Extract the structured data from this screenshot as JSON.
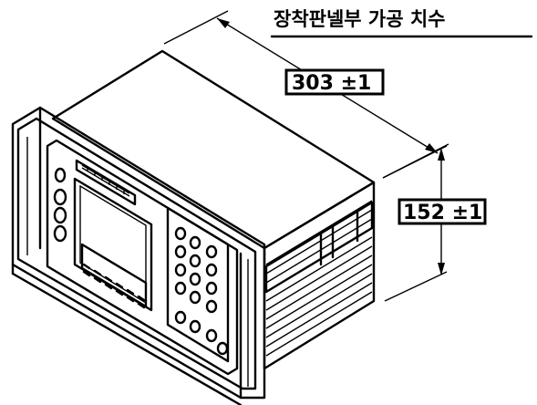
{
  "title": "장착판넬부 가공 치수",
  "dimensions": {
    "depth": "303 ±1",
    "height": "152 ±1"
  }
}
